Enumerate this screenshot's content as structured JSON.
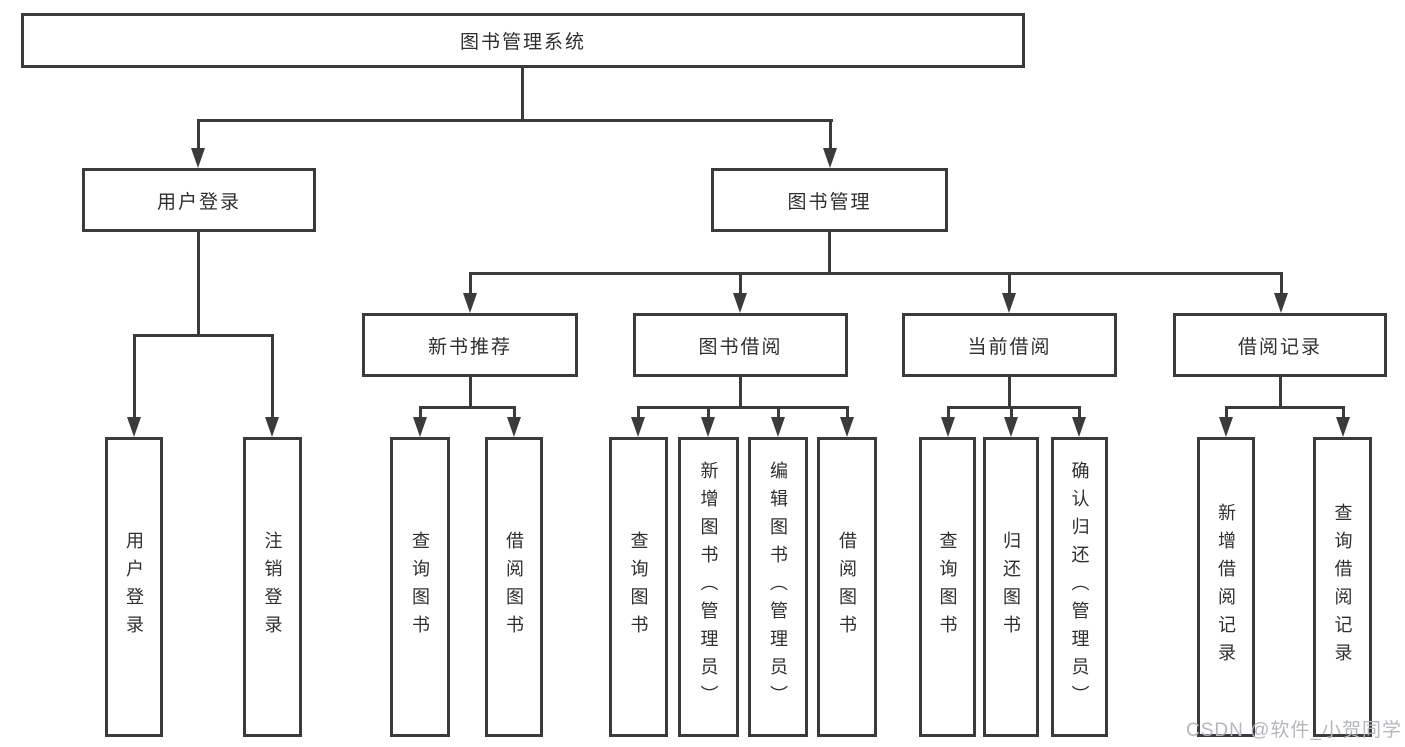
{
  "diagram": {
    "root": {
      "label": "图书管理系统"
    },
    "level2": [
      {
        "label": "用户登录"
      },
      {
        "label": "图书管理"
      }
    ],
    "level3": [
      {
        "label": "新书推荐",
        "parent": "图书管理"
      },
      {
        "label": "图书借阅",
        "parent": "图书管理"
      },
      {
        "label": "当前借阅",
        "parent": "图书管理"
      },
      {
        "label": "借阅记录",
        "parent": "图书管理"
      }
    ],
    "leaves": [
      {
        "label": "用户登录",
        "parent": "用户登录"
      },
      {
        "label": "注销登录",
        "parent": "用户登录"
      },
      {
        "label": "查询图书",
        "parent": "新书推荐"
      },
      {
        "label": "借阅图书",
        "parent": "新书推荐"
      },
      {
        "label": "查询图书",
        "parent": "图书借阅"
      },
      {
        "label": "新增图书（管理员）",
        "parent": "图书借阅"
      },
      {
        "label": "编辑图书（管理员）",
        "parent": "图书借阅"
      },
      {
        "label": "借阅图书",
        "parent": "图书借阅"
      },
      {
        "label": "查询图书",
        "parent": "当前借阅"
      },
      {
        "label": "归还图书",
        "parent": "当前借阅"
      },
      {
        "label": "确认归还（管理员）",
        "parent": "当前借阅"
      },
      {
        "label": "新增借阅记录",
        "parent": "借阅记录"
      },
      {
        "label": "查询借阅记录",
        "parent": "借阅记录"
      }
    ],
    "colors": {
      "line": "#3b3b3b",
      "box_bg": "#ffffff",
      "text": "#2f2f2f",
      "watermark": "#b4b8be",
      "background": "#ffffff"
    }
  },
  "watermark": {
    "text": "CSDN @软件_小贺同学"
  }
}
